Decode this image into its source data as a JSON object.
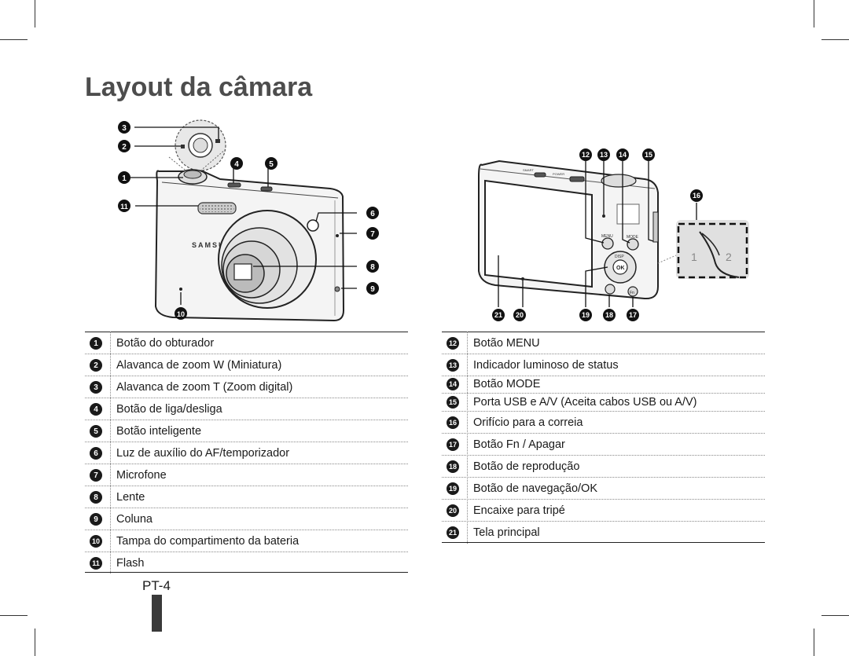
{
  "page": {
    "title": "Layout da câmara",
    "page_number": "PT-4"
  },
  "front_view": {
    "callouts": [
      "3",
      "2",
      "1",
      "4",
      "5",
      "11",
      "6",
      "7",
      "8",
      "9",
      "10"
    ],
    "brand": "SAMSUNG"
  },
  "back_view": {
    "callouts": [
      "12",
      "13",
      "14",
      "15",
      "16",
      "21",
      "20",
      "19",
      "18",
      "17"
    ],
    "labels": {
      "menu": "MENU",
      "mode": "MODE",
      "disp": "DISP",
      "ok": "OK",
      "fn": "Fn",
      "smart": "SMART",
      "power": "POWER",
      "strap_step_1": "1",
      "strap_step_2": "2"
    }
  },
  "legend_left": [
    {
      "num": "1",
      "text": "Botão do obturador"
    },
    {
      "num": "2",
      "text": "Alavanca de zoom W (Miniatura)"
    },
    {
      "num": "3",
      "text": "Alavanca de zoom T (Zoom digital)"
    },
    {
      "num": "4",
      "text": "Botão de liga/desliga"
    },
    {
      "num": "5",
      "text": "Botão inteligente"
    },
    {
      "num": "6",
      "text": "Luz de auxílio do AF/temporizador"
    },
    {
      "num": "7",
      "text": "Microfone"
    },
    {
      "num": "8",
      "text": "Lente"
    },
    {
      "num": "9",
      "text": "Coluna"
    },
    {
      "num": "10",
      "text": "Tampa do compartimento da bateria"
    },
    {
      "num": "11",
      "text": "Flash"
    }
  ],
  "legend_right": [
    {
      "num": "12",
      "text": "Botão MENU"
    },
    {
      "num": "13",
      "text": "Indicador luminoso de status"
    },
    {
      "num": "14",
      "text": "Botão MODE"
    },
    {
      "num": "15",
      "text": "Porta USB e A/V (Aceita cabos USB ou A/V)"
    },
    {
      "num": "16",
      "text": "Orifício para a correia"
    },
    {
      "num": "17",
      "text": "Botão Fn / Apagar"
    },
    {
      "num": "18",
      "text": "Botão de reprodução"
    },
    {
      "num": "19",
      "text": "Botão de navegação/OK"
    },
    {
      "num": "20",
      "text": "Encaixe para tripé"
    },
    {
      "num": "21",
      "text": "Tela principal"
    }
  ]
}
